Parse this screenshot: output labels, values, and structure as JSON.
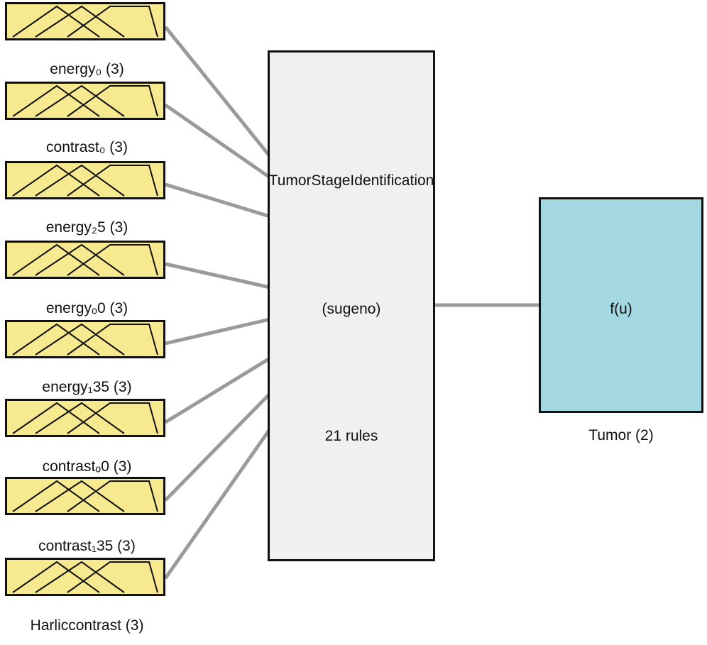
{
  "system": {
    "name": "TumorStageIdentification",
    "type": "(sugeno)",
    "rules": "21 rules"
  },
  "inputs": [
    {
      "label": ""
    },
    {
      "label": "energy₀ (3)"
    },
    {
      "label": "contrast₀ (3)"
    },
    {
      "label": "energy₂5 (3)"
    },
    {
      "label": "energyₒ0 (3)"
    },
    {
      "label": "energy₁35 (3)"
    },
    {
      "label": "contrastₒ0 (3)"
    },
    {
      "label": "contrast₁35 (3)"
    },
    {
      "label": "Harlicᴄontrast (3)"
    }
  ],
  "output": {
    "function": "f(u)",
    "label": "Tumor (2)"
  },
  "colors": {
    "input_fill": "#f6e98f",
    "system_fill": "#f0f0f0",
    "output_fill": "#a4d8e3",
    "connector": "#9a9a9a",
    "border": "#111111"
  }
}
